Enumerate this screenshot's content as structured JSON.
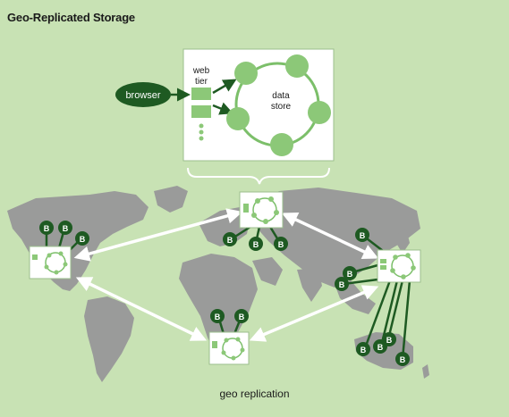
{
  "title": "Geo-Replicated Storage",
  "caption": "geo replication",
  "detail": {
    "browser_label": "browser",
    "web_tier_label": "web tier",
    "data_store_label": "data store"
  },
  "blob_label": "B",
  "colors": {
    "background": "#c8e2b4",
    "land": "#9a9b9a",
    "dark_green": "#1e5a22",
    "node_green": "#8cc878",
    "ring_green": "#7cbf6a",
    "arrow_white": "#ffffff"
  },
  "icons": [
    "browser-node",
    "server-icon",
    "data-store-ring",
    "blob-node",
    "replication-arrow"
  ]
}
